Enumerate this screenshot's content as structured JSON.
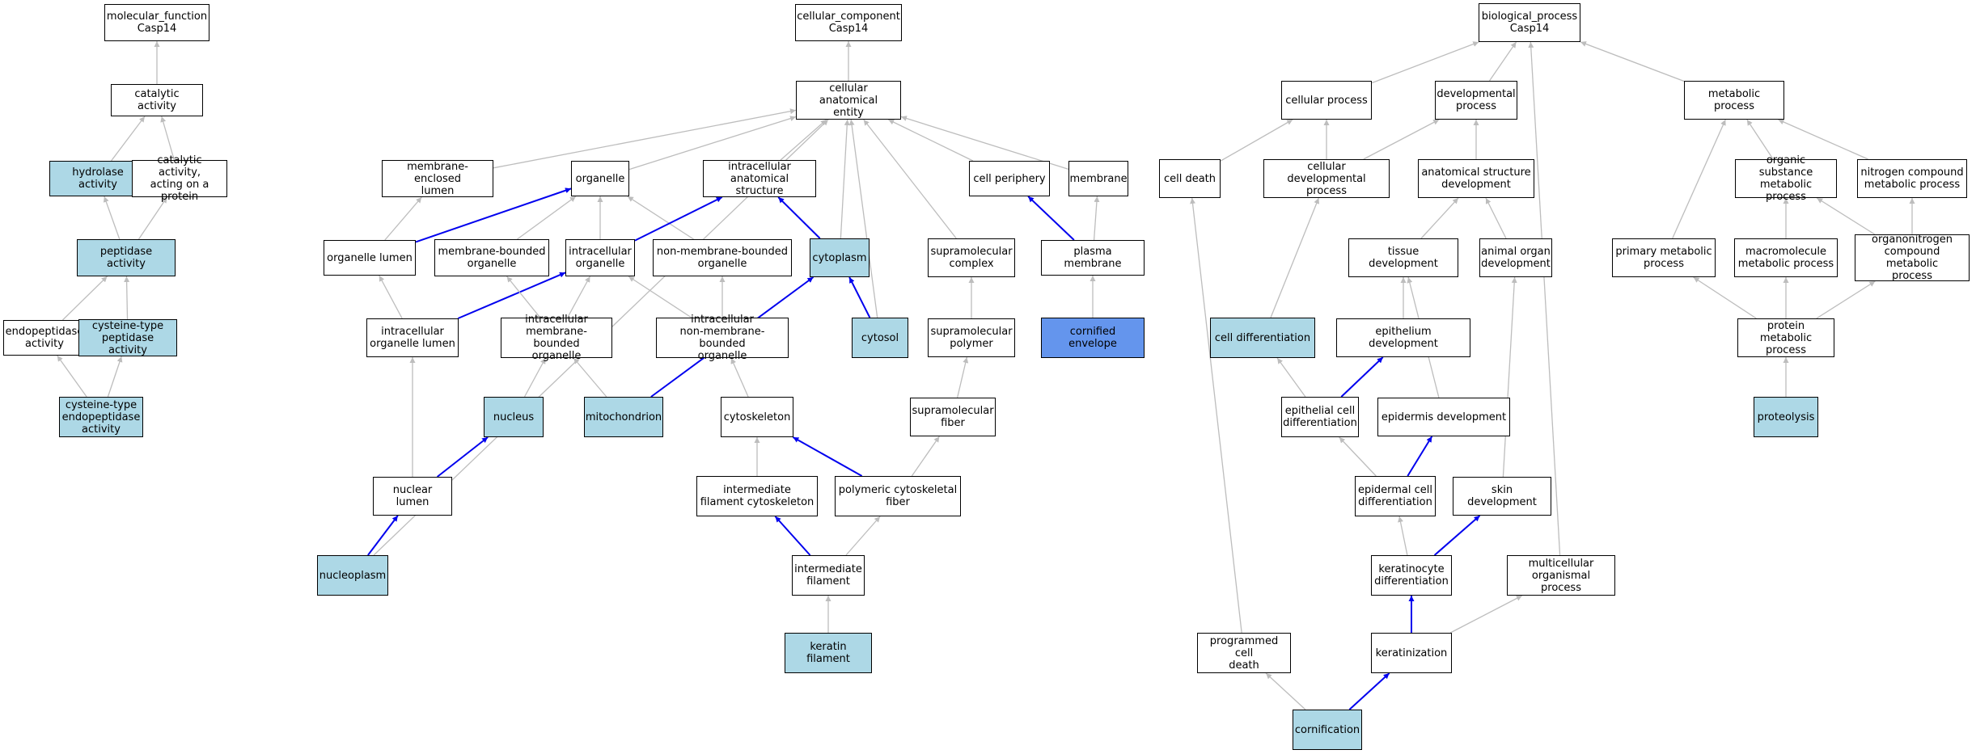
{
  "colors": {
    "highlight": "#add8e6",
    "selected": "#6495ed",
    "edge_grey": "#bdbdbd",
    "edge_blue": "#0000ee"
  },
  "nodes": {
    "mf": {
      "label": "molecular_function\nCasp14",
      "style": "plain"
    },
    "ca": {
      "label": "catalytic activity",
      "style": "plain"
    },
    "ha": {
      "label": "hydrolase activity",
      "style": "hl"
    },
    "cap": {
      "label": "catalytic activity,\nacting on a\nprotein",
      "style": "plain"
    },
    "pa": {
      "label": "peptidase activity",
      "style": "hl"
    },
    "ea": {
      "label": "endopeptidase\nactivity",
      "style": "plain"
    },
    "ctpa": {
      "label": "cysteine-type\npeptidase activity",
      "style": "hl"
    },
    "ctea": {
      "label": "cysteine-type\nendopeptidase\nactivity",
      "style": "hl"
    },
    "cc": {
      "label": "cellular_component\nCasp14",
      "style": "plain"
    },
    "cae": {
      "label": "cellular anatomical\nentity",
      "style": "plain"
    },
    "mel": {
      "label": "membrane-enclosed\nlumen",
      "style": "plain"
    },
    "org": {
      "label": "organelle",
      "style": "plain"
    },
    "ias": {
      "label": "intracellular\nanatomical structure",
      "style": "plain"
    },
    "cp": {
      "label": "cell periphery",
      "style": "plain"
    },
    "mem": {
      "label": "membrane",
      "style": "plain"
    },
    "ol": {
      "label": "organelle lumen",
      "style": "plain"
    },
    "mbo": {
      "label": "membrane-bounded\norganelle",
      "style": "plain"
    },
    "io": {
      "label": "intracellular\norganelle",
      "style": "plain"
    },
    "nmbo": {
      "label": "non-membrane-bounded\norganelle",
      "style": "plain"
    },
    "cyto": {
      "label": "cytoplasm",
      "style": "hl"
    },
    "smc": {
      "label": "supramolecular\ncomplex",
      "style": "plain"
    },
    "pm": {
      "label": "plasma membrane",
      "style": "plain"
    },
    "iol": {
      "label": "intracellular\norganelle lumen",
      "style": "plain"
    },
    "imbo": {
      "label": "intracellular\nmembrane-bounded\norganelle",
      "style": "plain"
    },
    "inmbo": {
      "label": "intracellular\nnon-membrane-bounded\norganelle",
      "style": "plain"
    },
    "cytosol": {
      "label": "cytosol",
      "style": "hl"
    },
    "smp": {
      "label": "supramolecular\npolymer",
      "style": "plain"
    },
    "ce": {
      "label": "cornified envelope",
      "style": "dk"
    },
    "nuc": {
      "label": "nucleus",
      "style": "hl"
    },
    "mito": {
      "label": "mitochondrion",
      "style": "hl"
    },
    "csk": {
      "label": "cytoskeleton",
      "style": "plain"
    },
    "smf": {
      "label": "supramolecular\nfiber",
      "style": "plain"
    },
    "nl": {
      "label": "nuclear lumen",
      "style": "plain"
    },
    "ifc": {
      "label": "intermediate\nfilament cytoskeleton",
      "style": "plain"
    },
    "pcf": {
      "label": "polymeric cytoskeletal\nfiber",
      "style": "plain"
    },
    "np": {
      "label": "nucleoplasm",
      "style": "hl"
    },
    "if": {
      "label": "intermediate\nfilament",
      "style": "plain"
    },
    "kf": {
      "label": "keratin filament",
      "style": "hl"
    },
    "bp": {
      "label": "biological_process\nCasp14",
      "style": "plain"
    },
    "cpr": {
      "label": "cellular process",
      "style": "plain"
    },
    "dp": {
      "label": "developmental\nprocess",
      "style": "plain"
    },
    "mp": {
      "label": "metabolic process",
      "style": "plain"
    },
    "cd": {
      "label": "cell death",
      "style": "plain"
    },
    "cdp": {
      "label": "cellular developmental\nprocess",
      "style": "plain"
    },
    "asd": {
      "label": "anatomical structure\ndevelopment",
      "style": "plain"
    },
    "osmp": {
      "label": "organic substance\nmetabolic process",
      "style": "plain"
    },
    "ncmp": {
      "label": "nitrogen compound\nmetabolic process",
      "style": "plain"
    },
    "td": {
      "label": "tissue development",
      "style": "plain"
    },
    "aod": {
      "label": "animal organ\ndevelopment",
      "style": "plain"
    },
    "pmp": {
      "label": "primary metabolic\nprocess",
      "style": "plain"
    },
    "mmp": {
      "label": "macromolecule\nmetabolic process",
      "style": "plain"
    },
    "ocmp": {
      "label": "organonitrogen\ncompound metabolic\nprocess",
      "style": "plain"
    },
    "cdiff": {
      "label": "cell differentiation",
      "style": "hl"
    },
    "ed": {
      "label": "epithelium development",
      "style": "plain"
    },
    "prmp": {
      "label": "protein metabolic\nprocess",
      "style": "plain"
    },
    "ecd": {
      "label": "epithelial cell\ndifferentiation",
      "style": "plain"
    },
    "epd": {
      "label": "epidermis development",
      "style": "plain"
    },
    "prot": {
      "label": "proteolysis",
      "style": "hl"
    },
    "edcd": {
      "label": "epidermal cell\ndifferentiation",
      "style": "plain"
    },
    "sd": {
      "label": "skin development",
      "style": "plain"
    },
    "kd": {
      "label": "keratinocyte\ndifferentiation",
      "style": "plain"
    },
    "mop": {
      "label": "multicellular\norganismal process",
      "style": "plain"
    },
    "pcd": {
      "label": "programmed cell\ndeath",
      "style": "plain"
    },
    "ker": {
      "label": "keratinization",
      "style": "plain"
    },
    "corn": {
      "label": "cornification",
      "style": "hl"
    }
  },
  "edges": [
    [
      "ca",
      "mf",
      "g"
    ],
    [
      "ha",
      "ca",
      "g"
    ],
    [
      "cap",
      "ca",
      "g"
    ],
    [
      "pa",
      "ha",
      "g"
    ],
    [
      "pa",
      "cap",
      "g"
    ],
    [
      "ea",
      "pa",
      "g"
    ],
    [
      "ctpa",
      "pa",
      "g"
    ],
    [
      "ctea",
      "ea",
      "g"
    ],
    [
      "ctea",
      "ctpa",
      "g"
    ],
    [
      "cae",
      "cc",
      "g"
    ],
    [
      "mel",
      "cae",
      "g"
    ],
    [
      "org",
      "cae",
      "g"
    ],
    [
      "ias",
      "cae",
      "g"
    ],
    [
      "cp",
      "cae",
      "g"
    ],
    [
      "mem",
      "cae",
      "g"
    ],
    [
      "cyto",
      "cae",
      "g"
    ],
    [
      "cytosol",
      "cae",
      "g"
    ],
    [
      "smc",
      "cae",
      "g"
    ],
    [
      "np",
      "cae",
      "g"
    ],
    [
      "ol",
      "mel",
      "g"
    ],
    [
      "ol",
      "org",
      "b"
    ],
    [
      "mbo",
      "org",
      "g"
    ],
    [
      "io",
      "org",
      "g"
    ],
    [
      "nmbo",
      "org",
      "g"
    ],
    [
      "io",
      "ias",
      "b"
    ],
    [
      "cyto",
      "ias",
      "b"
    ],
    [
      "pm",
      "cp",
      "b"
    ],
    [
      "pm",
      "mem",
      "g"
    ],
    [
      "iol",
      "ol",
      "g"
    ],
    [
      "iol",
      "io",
      "b"
    ],
    [
      "imbo",
      "mbo",
      "g"
    ],
    [
      "imbo",
      "io",
      "g"
    ],
    [
      "inmbo",
      "io",
      "g"
    ],
    [
      "inmbo",
      "nmbo",
      "g"
    ],
    [
      "cytosol",
      "cyto",
      "b"
    ],
    [
      "smp",
      "smc",
      "g"
    ],
    [
      "ce",
      "pm",
      "g"
    ],
    [
      "nuc",
      "imbo",
      "g"
    ],
    [
      "mito",
      "imbo",
      "g"
    ],
    [
      "mito",
      "cyto",
      "b"
    ],
    [
      "csk",
      "inmbo",
      "g"
    ],
    [
      "smf",
      "smp",
      "g"
    ],
    [
      "nl",
      "iol",
      "g"
    ],
    [
      "nl",
      "nuc",
      "b"
    ],
    [
      "ifc",
      "csk",
      "g"
    ],
    [
      "pcf",
      "csk",
      "b"
    ],
    [
      "pcf",
      "smf",
      "g"
    ],
    [
      "np",
      "nl",
      "b"
    ],
    [
      "if",
      "ifc",
      "b"
    ],
    [
      "if",
      "pcf",
      "g"
    ],
    [
      "kf",
      "if",
      "g"
    ],
    [
      "cpr",
      "bp",
      "g"
    ],
    [
      "dp",
      "bp",
      "g"
    ],
    [
      "mp",
      "bp",
      "g"
    ],
    [
      "mop",
      "bp",
      "g"
    ],
    [
      "cd",
      "cpr",
      "g"
    ],
    [
      "cdp",
      "cpr",
      "g"
    ],
    [
      "cdp",
      "dp",
      "g"
    ],
    [
      "asd",
      "dp",
      "g"
    ],
    [
      "osmp",
      "mp",
      "g"
    ],
    [
      "ncmp",
      "mp",
      "g"
    ],
    [
      "pmp",
      "mp",
      "g"
    ],
    [
      "td",
      "asd",
      "g"
    ],
    [
      "aod",
      "asd",
      "g"
    ],
    [
      "mmp",
      "osmp",
      "g"
    ],
    [
      "ocmp",
      "osmp",
      "g"
    ],
    [
      "ocmp",
      "ncmp",
      "g"
    ],
    [
      "cdiff",
      "cdp",
      "g"
    ],
    [
      "ed",
      "td",
      "g"
    ],
    [
      "prmp",
      "pmp",
      "g"
    ],
    [
      "prmp",
      "mmp",
      "g"
    ],
    [
      "prmp",
      "ocmp",
      "g"
    ],
    [
      "ecd",
      "cdiff",
      "g"
    ],
    [
      "ecd",
      "ed",
      "b"
    ],
    [
      "epd",
      "td",
      "g"
    ],
    [
      "prot",
      "prmp",
      "g"
    ],
    [
      "edcd",
      "ecd",
      "g"
    ],
    [
      "edcd",
      "epd",
      "b"
    ],
    [
      "sd",
      "aod",
      "g"
    ],
    [
      "kd",
      "edcd",
      "g"
    ],
    [
      "kd",
      "sd",
      "b"
    ],
    [
      "pcd",
      "cd",
      "g"
    ],
    [
      "ker",
      "kd",
      "b"
    ],
    [
      "ker",
      "mop",
      "g"
    ],
    [
      "corn",
      "pcd",
      "g"
    ],
    [
      "corn",
      "ker",
      "b"
    ]
  ]
}
